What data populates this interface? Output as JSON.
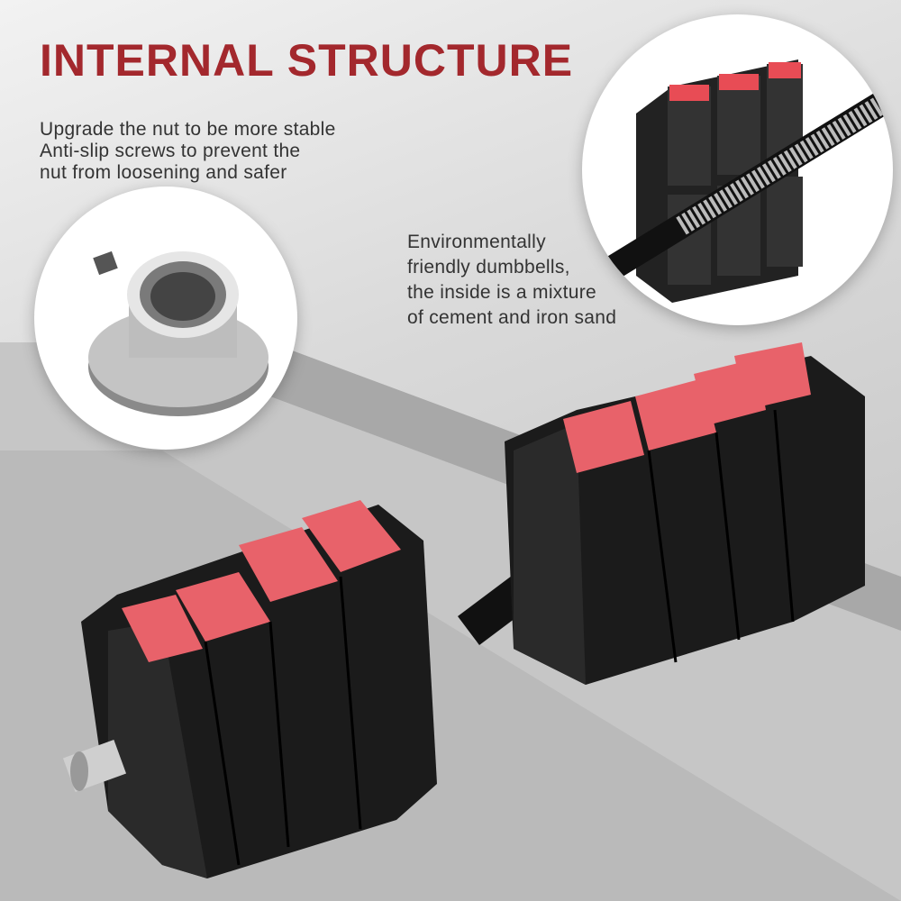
{
  "title": "INTERNAL STRUCTURE",
  "nut_description": [
    "Upgrade the nut to be more stable",
    "Anti-slip screws to prevent the",
    "nut from loosening and safer"
  ],
  "material_description": [
    "Environmentally",
    "friendly dumbbells,",
    "the inside is a mixture",
    "of cement and iron sand"
  ],
  "colors": {
    "title": "#a3282d",
    "plate_label": "#e8626a",
    "plate": "#1c1c1c"
  }
}
